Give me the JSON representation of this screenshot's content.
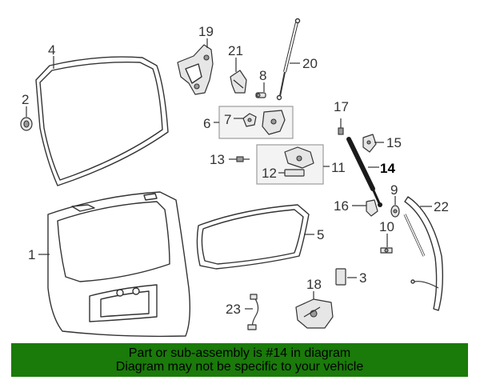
{
  "diagram": {
    "highlight_color": "#1a1a1a",
    "callouts": {
      "c1": "1",
      "c2": "2",
      "c3": "3",
      "c4": "4",
      "c5": "5",
      "c6": "6",
      "c7": "7",
      "c8": "8",
      "c9": "9",
      "c10": "10",
      "c11": "11",
      "c12": "12",
      "c13": "13",
      "c14": "14",
      "c15": "15",
      "c16": "16",
      "c17": "17",
      "c18": "18",
      "c19": "19",
      "c20": "20",
      "c21": "21",
      "c22": "22",
      "c23": "23"
    }
  },
  "note": {
    "line1": "Part or sub-assembly is #14 in diagram",
    "line2": "Diagram may not be specific to your vehicle",
    "background": "#1a7a0a"
  }
}
